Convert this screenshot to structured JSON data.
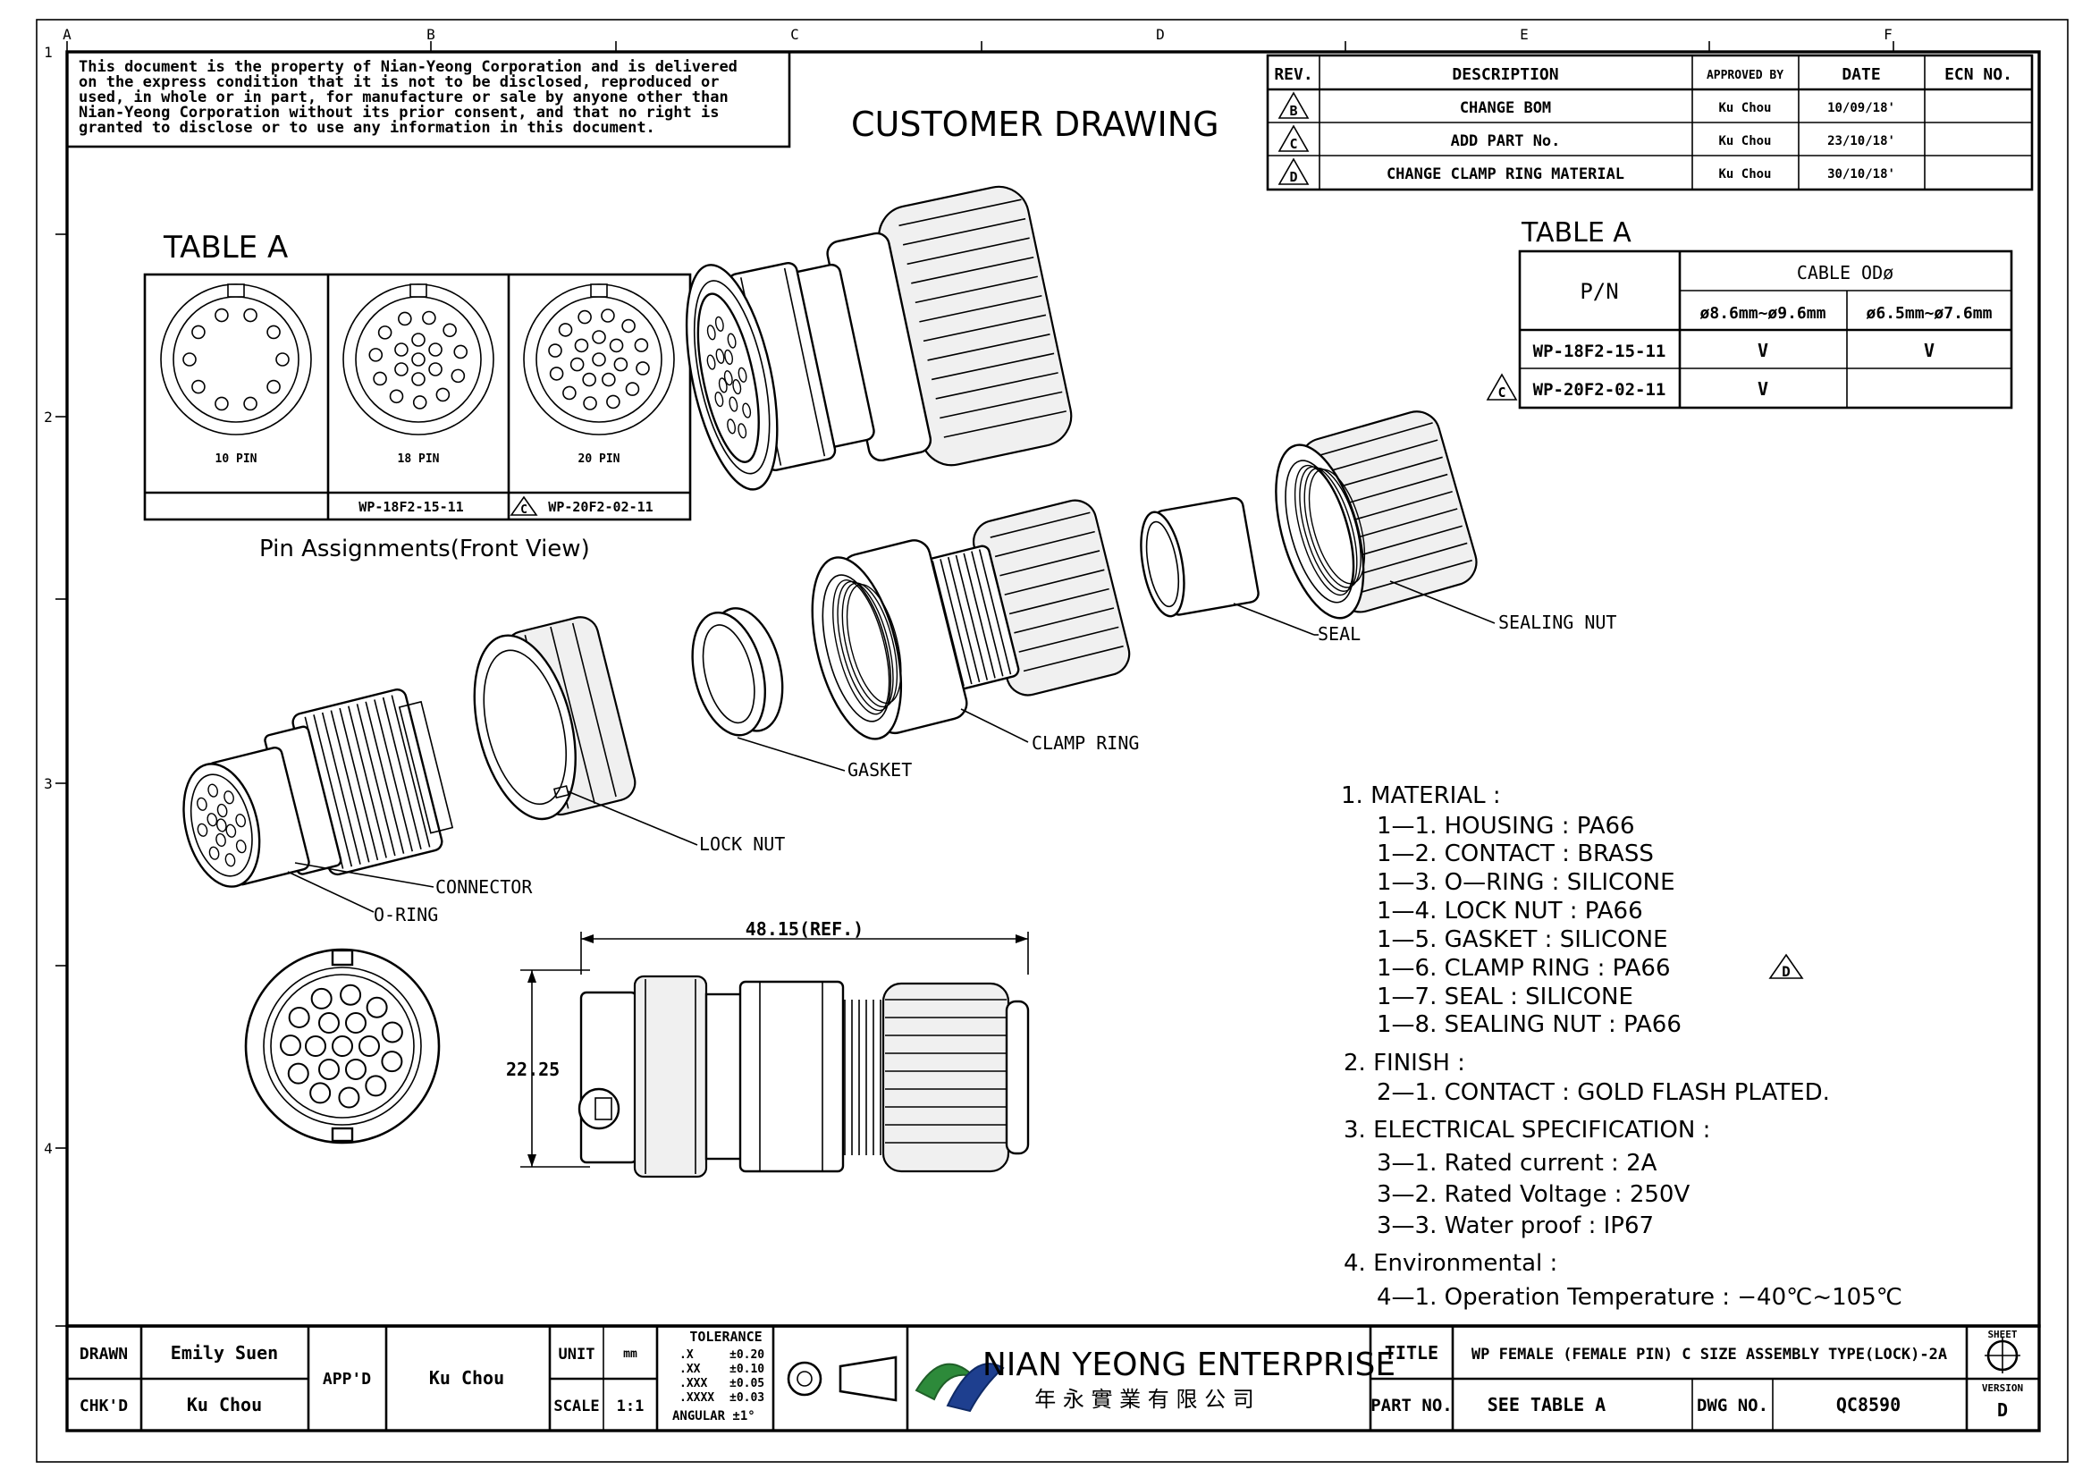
{
  "border": {
    "col_letters": [
      "A",
      "B",
      "C",
      "D",
      "E",
      "F"
    ],
    "row_numbers": [
      "1",
      "2",
      "3",
      "4"
    ]
  },
  "notice": [
    "This document is the property of Nian-Yeong Corporation and is delivered",
    "on  the  express condition that it is not to be disclosed, reproduced or",
    "used, in whole or in part, for manufacture or sale by anyone other than",
    "Nian-Yeong Corporation without  its prior consent, and that  no right  is",
    "granted to disclose or to use any information in this  document."
  ],
  "drawing_title": "CUSTOMER DRAWING",
  "revision_table": {
    "headers": [
      "REV.",
      "DESCRIPTION",
      "APPROVED BY",
      "DATE",
      "ECN NO."
    ],
    "rows": [
      {
        "rev": "B",
        "description": "CHANGE BOM",
        "approved": "Ku Chou",
        "date": "10/09/18'",
        "ecn": ""
      },
      {
        "rev": "C",
        "description": "ADD PART No.",
        "approved": "Ku Chou",
        "date": "23/10/18'",
        "ecn": ""
      },
      {
        "rev": "D",
        "description": "CHANGE CLAMP RING MATERIAL",
        "approved": "Ku Chou",
        "date": "30/10/18'",
        "ecn": ""
      }
    ]
  },
  "table_a_pins": {
    "title": "TABLE  A",
    "labels": [
      "10 PIN",
      "18 PIN",
      "20 PIN"
    ],
    "parts": [
      "",
      "WP-18F2-15-11",
      "WP-20F2-02-11"
    ],
    "rev_mark": "C",
    "caption": "Pin  Assignments(Front  View)"
  },
  "table_a_cable": {
    "title": "TABLE  A",
    "pn_header": "P/N",
    "cable_header": "CABLE ODø",
    "ranges": [
      "ø8.6mm~ø9.6mm",
      "ø6.5mm~ø7.6mm"
    ],
    "rows": [
      {
        "pn": "WP-18F2-15-11",
        "a": "V",
        "b": "V",
        "mark": ""
      },
      {
        "pn": "WP-20F2-02-11",
        "a": "V",
        "b": "",
        "mark": "C"
      }
    ]
  },
  "part_labels": {
    "seal": "SEAL",
    "sealing_nut": "SEALING NUT",
    "clamp_ring": "CLAMP RING",
    "gasket": "GASKET",
    "lock_nut": "LOCK NUT",
    "connector": "CONNECTOR",
    "o_ring": "O-RING"
  },
  "dimensions": {
    "length": "48.15(REF.)",
    "diameter": "22.25"
  },
  "notes": {
    "material_title": "1.  MATERIAL :",
    "material": [
      "1—1.  HOUSING :  PA66",
      "1—2.  CONTACT :  BRASS",
      "1—3.  O—RING :  SILICONE",
      "1—4.  LOCK NUT :  PA66",
      "1—5.  GASKET :  SILICONE",
      "1—6.  CLAMP   RING :  PA66",
      "1—7.  SEAL :  SILICONE",
      "1—8.  SEALING NUT :  PA66"
    ],
    "clamp_rev_mark": "D",
    "finish_title": "2.  FINISH :",
    "finish": [
      "2—1.  CONTACT :  GOLD  FLASH  PLATED."
    ],
    "elec_title": "3.  ELECTRICAL  SPECIFICATION :",
    "elec": [
      "3—1.  Rated  current  :  2A",
      "3—2.  Rated  Voltage  :  250V",
      "3—3.  Water  proof  :  IP67"
    ],
    "env_title": "4.  Environmental :",
    "env": [
      "4—1.  Operation  Temperature  :  −40℃~105℃"
    ]
  },
  "title_block": {
    "drawn_label": "DRAWN",
    "drawn": "Emily Suen",
    "chkd_label": "CHK'D",
    "chkd": "Ku Chou",
    "appd_label": "APP'D",
    "appd": "Ku Chou",
    "unit_label": "UNIT",
    "unit": "mm",
    "scale_label": "SCALE",
    "scale": "1:1",
    "tol_title": "TOLERANCE",
    "tol": [
      [
        ".X",
        "±0.20"
      ],
      [
        ".XX",
        "±0.10"
      ],
      [
        ".XXX",
        "±0.05"
      ],
      [
        ".XXXX",
        "±0.03"
      ]
    ],
    "angular": "ANGULAR    ±1°",
    "company": "NIAN YEONG ENTERPRISE",
    "company_cn": "年 永 實 業 有 限 公 司",
    "title_label": "TITLE",
    "title": "WP FEMALE (FEMALE PIN) C SIZE ASSEMBLY TYPE(LOCK)-2A",
    "sheet_label": "SHEET",
    "partno_label": "PART NO.",
    "partno": "SEE TABLE A",
    "dwgno_label": "DWG NO.",
    "dwgno": "QC8590",
    "version_label": "VERSION",
    "version": "D"
  }
}
